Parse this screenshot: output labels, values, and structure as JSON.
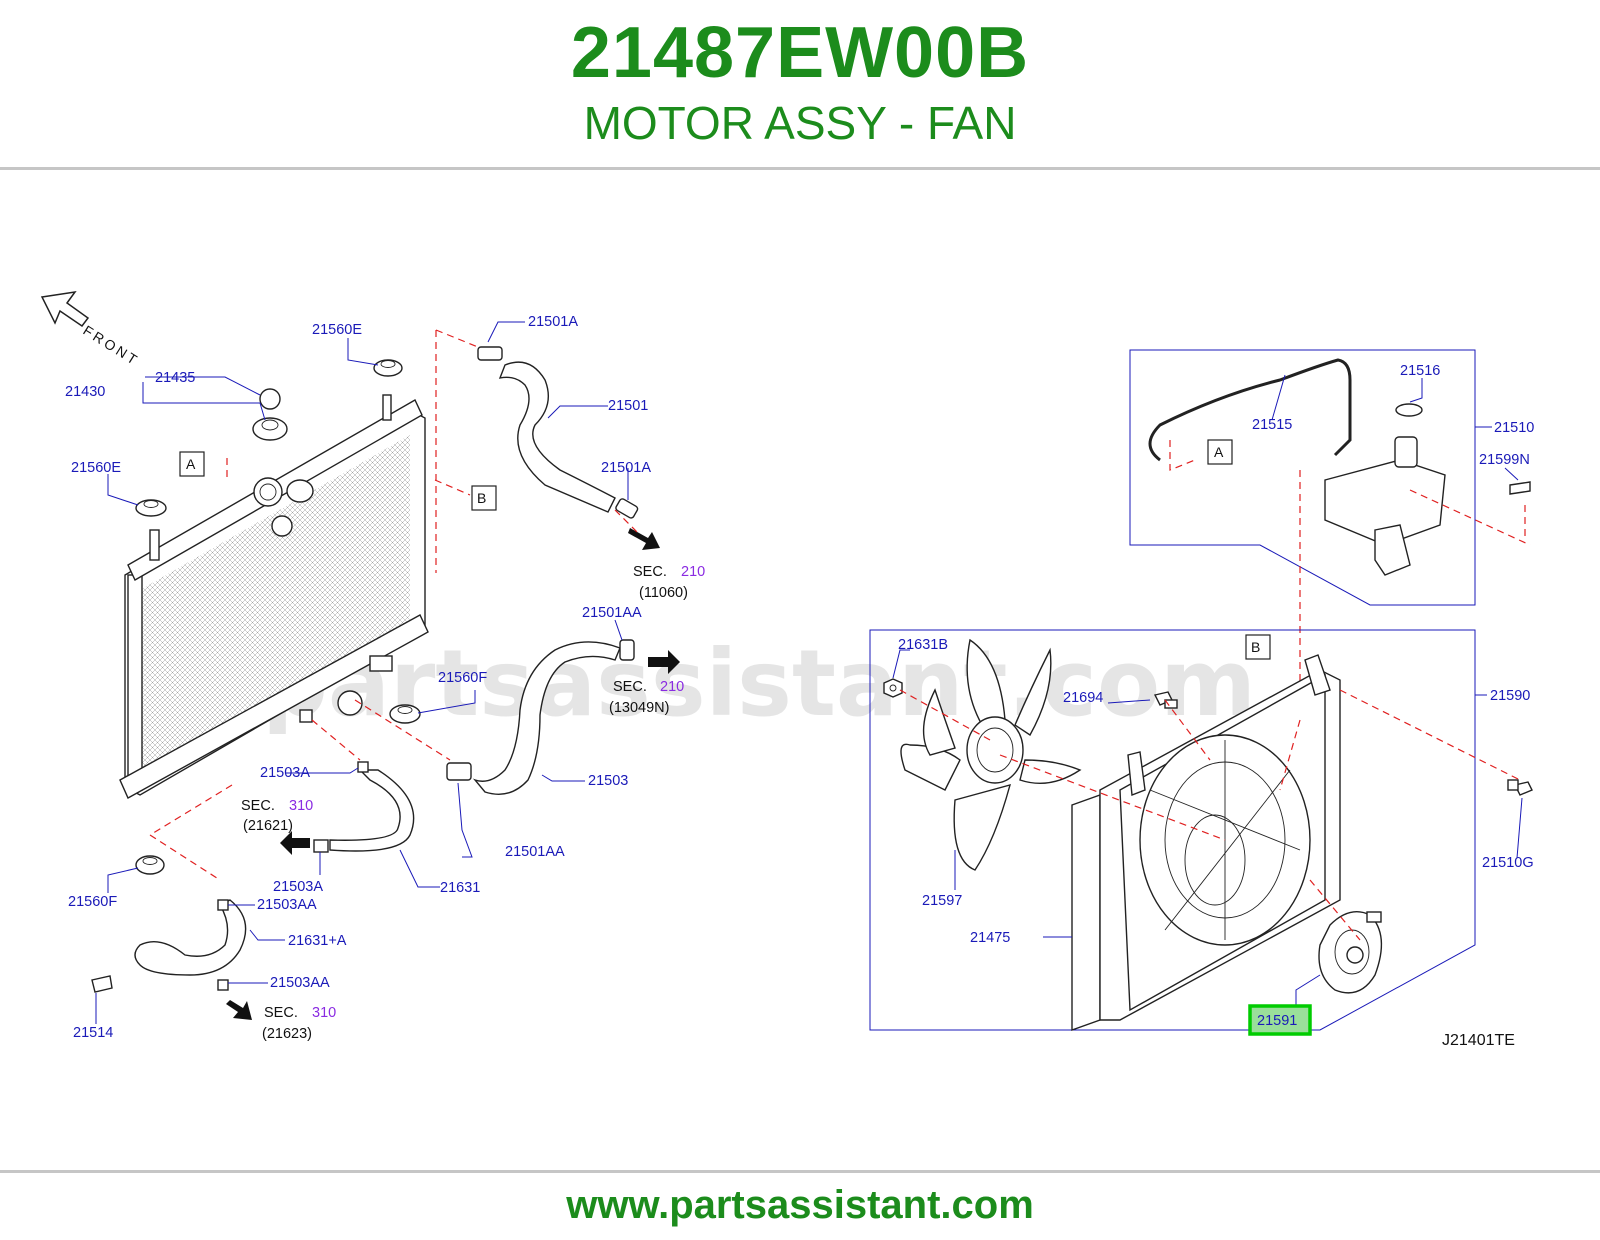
{
  "header": {
    "part_number": "21487EW00B",
    "description": "MOTOR ASSY - FAN"
  },
  "footer": {
    "url": "www.partsassistant.com"
  },
  "diagram": {
    "watermark": "partsassistant.com",
    "front_label": "FRONT",
    "diagram_code": "J21401TE",
    "highlighted_part": "21591",
    "highlight_color": "#00cc00",
    "label_color": "#1a1ab8",
    "brand_color": "#1c8c1c",
    "ref_boxes": {
      "a": "A",
      "b": "B"
    },
    "labels": {
      "p21560E_top": "21560E",
      "p21501A_top": "21501A",
      "p21435": "21435",
      "p21430": "21430",
      "p21501": "21501",
      "p21560E_left": "21560E",
      "p21501A_mid": "21501A",
      "p21501AA_top": "21501AA",
      "p21560F_right": "21560F",
      "p21503": "21503",
      "p21503A_top": "21503A",
      "p21501AA_bot": "21501AA",
      "p21503A_bot": "21503A",
      "p21631": "21631",
      "p21560F_left": "21560F",
      "p21503AA_top": "21503AA",
      "p21631A": "21631+A",
      "p21503AA_bot": "21503AA",
      "p21514": "21514",
      "p21516": "21516",
      "p21515": "21515",
      "p21510": "21510",
      "p21599N": "21599N",
      "p21631B": "21631B",
      "p21694": "21694",
      "p21590": "21590",
      "p21597": "21597",
      "p21475": "21475",
      "p21510G": "21510G",
      "p21591": "21591"
    },
    "sec_refs": [
      {
        "sec": "SEC.",
        "num": "210",
        "code": "(11060)"
      },
      {
        "sec": "SEC.",
        "num": "210",
        "code": "(13049N)"
      },
      {
        "sec": "SEC.",
        "num": "310",
        "code": "(21621)"
      },
      {
        "sec": "SEC.",
        "num": "310",
        "code": "(21623)"
      }
    ]
  }
}
